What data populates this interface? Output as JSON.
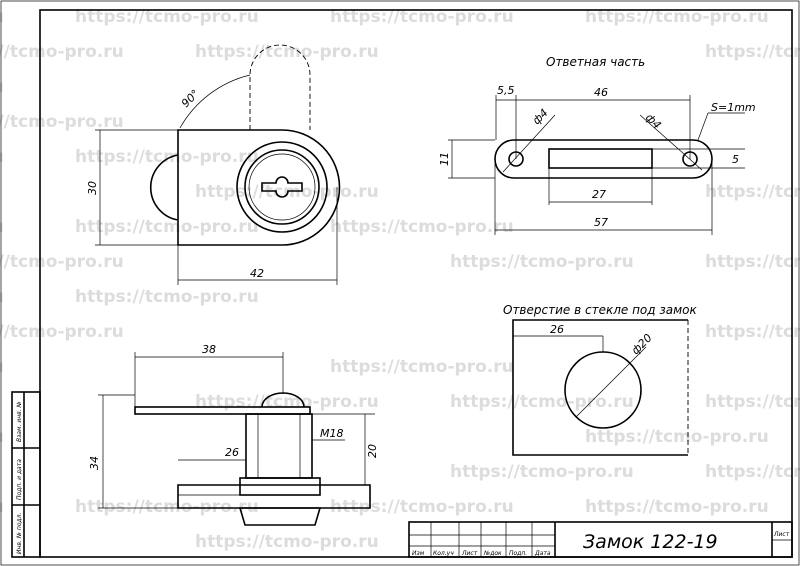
{
  "watermark": "https://tcmo-pro.ru",
  "views": {
    "front": {
      "dim_height": "30",
      "dim_width": "42",
      "angle": "90°"
    },
    "strike_plate": {
      "title": "Ответная часть",
      "dim_edge": "5,5",
      "dim_holes": "46",
      "dim_hole_a": "ф4",
      "dim_hole_b": "ф4",
      "thickness": "S=1mm",
      "dim_height": "11",
      "dim_slot_h": "5",
      "dim_slot": "27",
      "dim_total": "57"
    },
    "glass_hole": {
      "title": "Отверстие в стекле под замок",
      "dim_offset": "26",
      "dim_diameter": "ф20"
    },
    "side": {
      "dim_lever": "38",
      "dim_height": "34",
      "dim_thread": "M18",
      "dim_offset": "26",
      "dim_body": "20"
    }
  },
  "title_block": {
    "name": "Замок 122-19",
    "sheet_label": "Лист",
    "columns": [
      "Изм",
      "Кол.уч",
      "Лист",
      "№док",
      "Подп.",
      "Дата"
    ],
    "side_labels": [
      "Взам. инв. №",
      "Подп. и дата",
      "Инв. № подл."
    ]
  }
}
